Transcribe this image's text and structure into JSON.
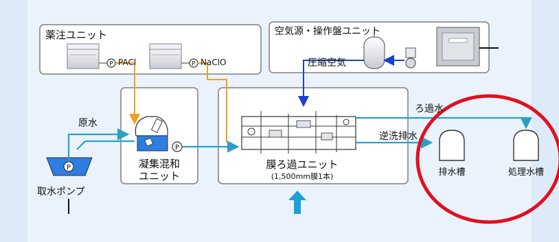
{
  "title_chem_unit": "薬注ユニット",
  "chem1_label": "PACl",
  "chem2_label": "NaClO",
  "air_unit_title": "空気源・操作盤ユニット",
  "compressed_air_label": "圧縮空気",
  "raw_water_label": "原水",
  "filtrate_label": "ろ過水",
  "backwash_label": "逆洗排水",
  "coag_unit_line1": "凝集混和",
  "coag_unit_line2": "ユニット",
  "membrane_unit_title": "膜ろ過ユニット",
  "membrane_unit_sub": "(1,500mm膜1本)",
  "intake_pump_label": "取水ポンプ",
  "drain_tank_label": "排水槽",
  "treated_tank_label": "処理水槽",
  "pump_symbol": "P",
  "colors": {
    "water_line": "#2aa0c8",
    "chem_line": "#f0a020",
    "air_line": "#1a3fd0",
    "highlight_ring": "#e01020",
    "unit_border": "#7f7f7f",
    "up_arrow": "#1e9fd8"
  }
}
